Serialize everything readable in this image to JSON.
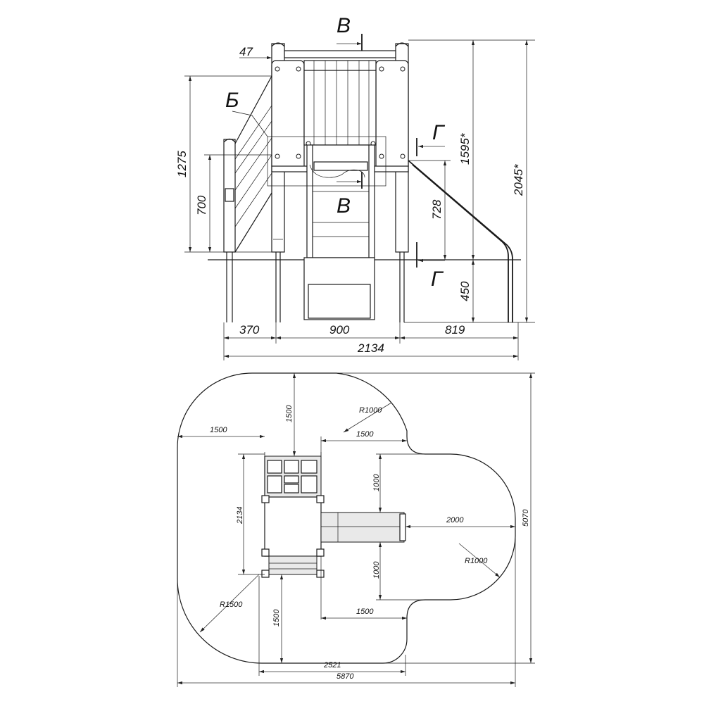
{
  "elevation": {
    "section_labels": {
      "b_cyr": "Б",
      "v_top": "В",
      "v_bottom": "В",
      "g_top": "Г",
      "g_bottom": "Г"
    },
    "dims": {
      "d47": "47",
      "d1275": "1275",
      "d700": "700",
      "d728": "728",
      "d1595": "1595*",
      "d2045": "2045*",
      "d450": "450",
      "d370": "370",
      "d900": "900",
      "d819": "819",
      "d2134": "2134"
    }
  },
  "plan": {
    "dims": {
      "top1500": "1500",
      "left1500": "1500",
      "r1000_top": "R1000",
      "mid1500": "1500",
      "d1000_upper": "1000",
      "d2134": "2134",
      "d2000": "2000",
      "r1000_right": "R1000",
      "d1000_lower": "1000",
      "r1500": "R1500",
      "bottom1500": "1500",
      "bottom1500_h": "1500",
      "d2521": "2521",
      "d5870": "5870",
      "d5070": "5070"
    }
  }
}
